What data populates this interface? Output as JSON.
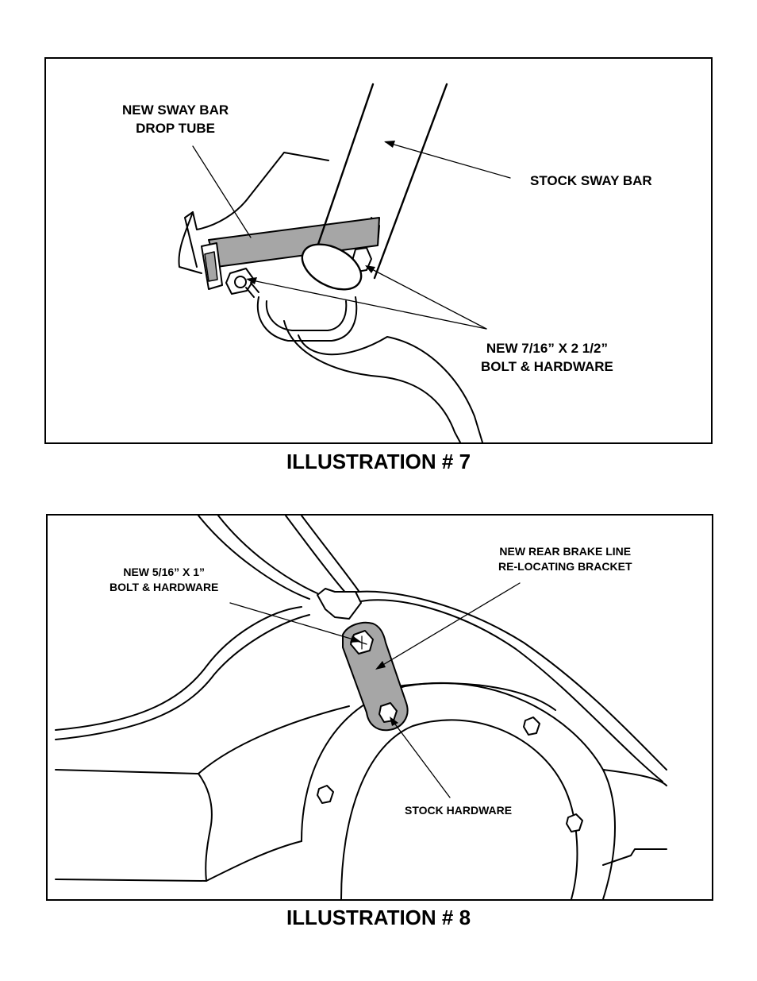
{
  "illustration7": {
    "caption": "ILLUSTRATION # 7",
    "labels": {
      "drop_tube_line1": "NEW SWAY BAR",
      "drop_tube_line2": "DROP TUBE",
      "sway_bar": "STOCK SWAY BAR",
      "bolt_line1": "NEW 7/16” X 2 1/2”",
      "bolt_line2": "BOLT & HARDWARE"
    }
  },
  "illustration8": {
    "caption": "ILLUSTRATION # 8",
    "labels": {
      "bolt_line1": "NEW 5/16” X 1”",
      "bolt_line2": "BOLT & HARDWARE",
      "bracket_line1": "NEW REAR BRAKE LINE",
      "bracket_line2": "RE-LOCATING BRACKET",
      "stock_hardware": "STOCK HARDWARE"
    }
  },
  "colors": {
    "line": "#000000",
    "highlight": "#a6a6a6",
    "background": "#ffffff"
  }
}
